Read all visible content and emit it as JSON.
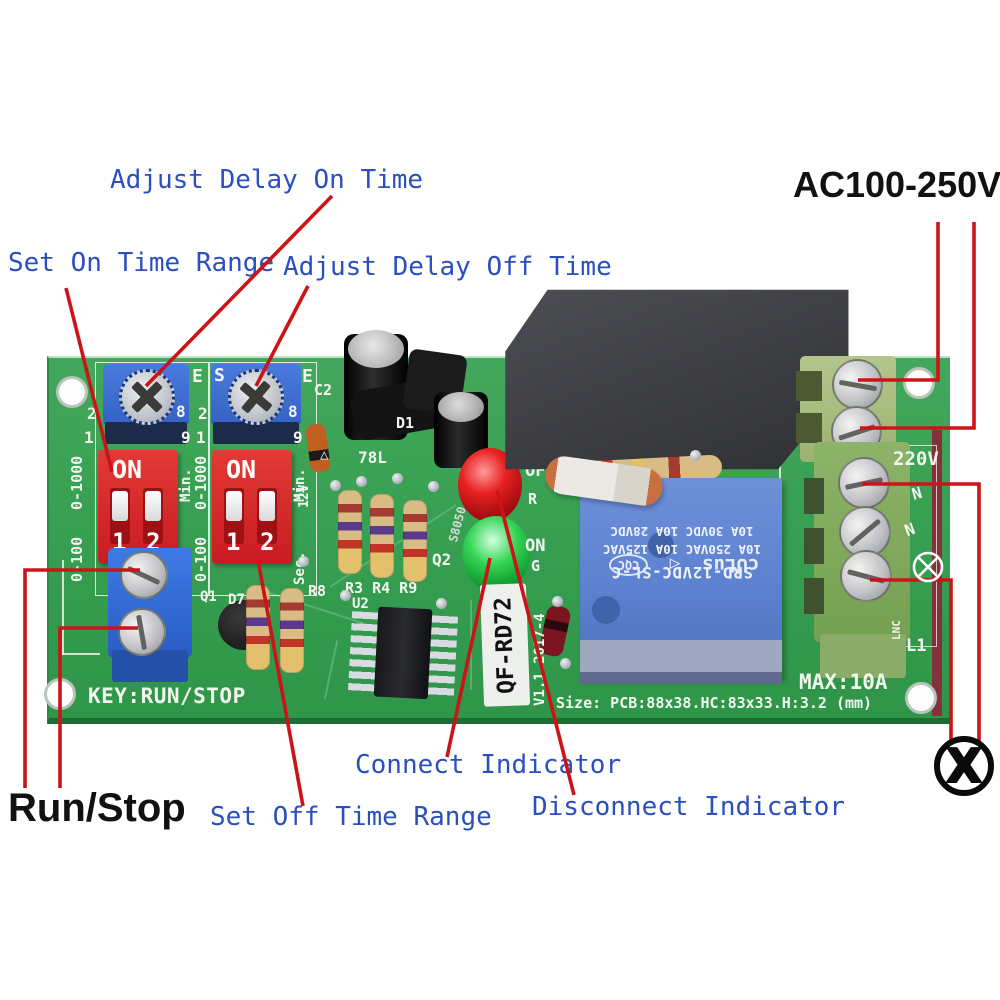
{
  "annotations": {
    "adjust_delay_on": "Adjust Delay On Time",
    "set_on_range": "Set On Time Range",
    "adjust_delay_off": "Adjust Delay Off Time",
    "ac_voltage": "AC100-250V",
    "run_stop": "Run/Stop",
    "set_off_range": "Set Off Time Range",
    "connect": "Connect Indicator",
    "disconnect": "Disconnect Indicator"
  },
  "pcb": {
    "silkscreen": {
      "key_label": "KEY:RUN/STOP",
      "max_current": "MAX:10A",
      "size_label": "Size: PCB:88x38.HC:83x33.H:3.2 (mm)",
      "model": "QF-RD72",
      "version": "V1.1.2017-4",
      "voltage_220": "220V",
      "neutral": "N",
      "l1": "L1",
      "lnc": "LNC",
      "range_1000": "0-1000",
      "range_100": "0-100",
      "min": "Min.",
      "sec": "Sec.",
      "pot_e": "E",
      "pot_s": "S",
      "num2": "2",
      "num8": "8",
      "num1": "1",
      "num9": "9",
      "off_led": "OFF",
      "r_led": "R",
      "on_led": "ON",
      "g_led": "G",
      "q1": "Q1",
      "d7": "D7",
      "q2": "Q2",
      "u2": "U2",
      "r8": "R8",
      "r_group": "R3 R4 R9",
      "c2": "C2",
      "d1": "D1",
      "reg": "78L",
      "v12": "12V",
      "s8050": "S8050",
      "triangle": "△"
    },
    "dip": {
      "on": "ON",
      "one": "1",
      "two": "2"
    },
    "relay": {
      "model": "SRD-12VDC-SL-C",
      "rating_ac": "10A 250VAC 10A 125VAC",
      "rating_dc": "10A 30VDC 10A 28VDC",
      "ul": "cULus",
      "tri": "◁",
      "cqc": "CQC"
    }
  },
  "symbols": {
    "load_x": "X"
  },
  "colors": {
    "board_green": "#38a052",
    "label_blue": "#2b4fc0",
    "leader_red": "#cc1418",
    "dip_red": "#d9252b",
    "pot_blue": "#3d6ed2",
    "relay_blue": "#5c81cf",
    "terminal_light_green": "#a7bc80",
    "terminal_green": "#7da65b"
  }
}
